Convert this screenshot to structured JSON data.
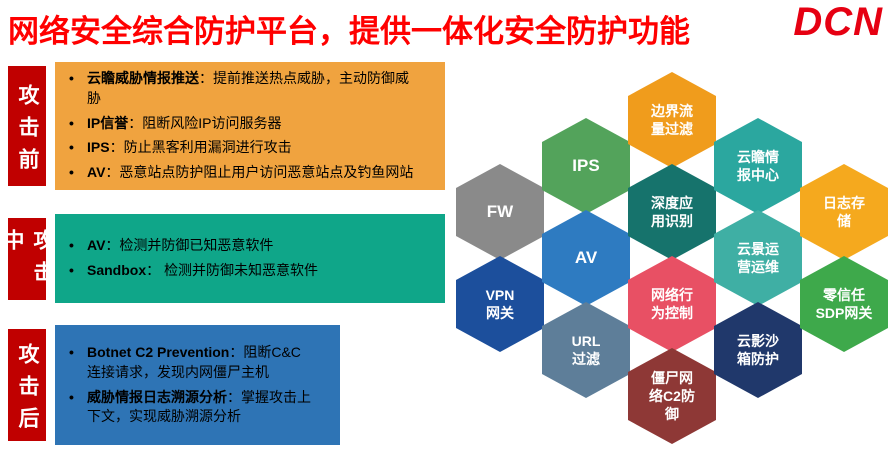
{
  "header": {
    "title": "网络安全综合防护平台，提供一体化安全防护功能",
    "logo": "DCN"
  },
  "ui": {
    "bullet": "•"
  },
  "colors": {
    "title": "#FF0000",
    "logo": "#E60012",
    "tab": "#C00000",
    "panel_text": "#000000"
  },
  "phases": [
    {
      "name": "pre-attack",
      "tab": "攻击前",
      "color": "#F0A33F",
      "bullets": [
        {
          "bold": "云瞻威胁情报推送",
          "text": "：提前推送热点威胁，主动防御威胁"
        },
        {
          "bold": "IP信誉",
          "text": "：阻断风险IP访问服务器"
        },
        {
          "bold": "IPS",
          "text": "：防止黑客利用漏洞进行攻击"
        },
        {
          "bold": "AV",
          "text": "：恶意站点防护阻止用户访问恶意站点及钓鱼网站"
        }
      ]
    },
    {
      "name": "during-attack",
      "tab": "攻击中",
      "color": "#0FA689",
      "bullets": [
        {
          "bold": "AV",
          "text": "：检测并防御已知恶意软件"
        },
        {
          "bold": "Sandbox",
          "text": "： 检测并防御未知恶意软件"
        }
      ]
    },
    {
      "name": "post-attack",
      "tab": "攻击后",
      "color": "#2E74B5",
      "bullets": [
        {
          "bold": "Botnet C2 Prevention",
          "text": "：阻断C&C连接请求，发现内网僵尸主机"
        },
        {
          "bold": "威胁情报日志溯源分析",
          "text": "：掌握攻击上下文，实现威胁溯源分析"
        }
      ]
    }
  ],
  "hexagons": [
    {
      "name": "fw",
      "label": "FW",
      "color": "#8A8A8A",
      "col": 0,
      "row": 2
    },
    {
      "name": "vpn-gateway",
      "label": "VPN\n网关",
      "color": "#1C4F9C",
      "col": 0,
      "row": 4
    },
    {
      "name": "ips",
      "label": "IPS",
      "color": "#53A35B",
      "col": 1,
      "row": 1
    },
    {
      "name": "av",
      "label": "AV",
      "color": "#2E7BC1",
      "col": 1,
      "row": 3
    },
    {
      "name": "url-filter",
      "label": "URL\n过滤",
      "color": "#5E7E99",
      "col": 1,
      "row": 5
    },
    {
      "name": "border-traffic-filter",
      "label": "边界流\n量过滤",
      "color": "#F09C1C",
      "col": 2,
      "row": 0
    },
    {
      "name": "deep-app-identification",
      "label": "深度应\n用识别",
      "color": "#16736C",
      "col": 2,
      "row": 2
    },
    {
      "name": "network-behavior-control",
      "label": "网络行\n为控制",
      "color": "#E85064",
      "col": 2,
      "row": 4
    },
    {
      "name": "botnet-c2-defense",
      "label": "僵尸网\n络C2防\n御",
      "color": "#8E3836",
      "col": 2,
      "row": 6
    },
    {
      "name": "cloud-intel-center",
      "label": "云瞻情\n报中心",
      "color": "#2BA79F",
      "col": 3,
      "row": 1
    },
    {
      "name": "cloud-ops-center",
      "label": "云景运\n营运维",
      "color": "#3FAFA4",
      "col": 3,
      "row": 3
    },
    {
      "name": "cloud-sandbox-protection",
      "label": "云影沙\n箱防护",
      "color": "#20386B",
      "col": 3,
      "row": 5
    },
    {
      "name": "log-storage",
      "label": "日志存\n储",
      "color": "#F5A91E",
      "col": 4,
      "row": 2
    },
    {
      "name": "zero-trust-sdp-gateway",
      "label": "零信任\nSDP网关",
      "color": "#3EA94B",
      "col": 4,
      "row": 4
    }
  ]
}
